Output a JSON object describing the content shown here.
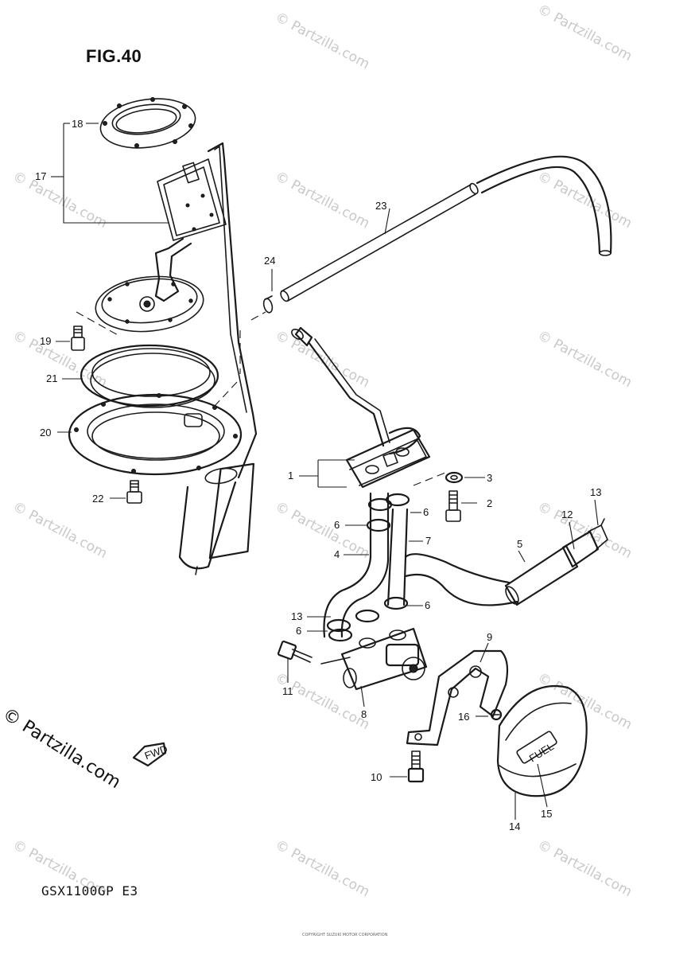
{
  "figure": {
    "title": "FIG.40",
    "model": "GSX1100GP E3",
    "brand": "© Partzilla.com",
    "watermark": "© Partzilla.com",
    "fine_print": "COPYRIGHT SUZUKI MOTOR CORPORATION",
    "fwd_label": "FWD",
    "fuel_label": "FUEL"
  },
  "callouts": [
    "1",
    "2",
    "3",
    "4",
    "5",
    "6",
    "6",
    "6",
    "6",
    "7",
    "8",
    "9",
    "10",
    "11",
    "12",
    "13",
    "13",
    "14",
    "15",
    "16",
    "17",
    "18",
    "19",
    "20",
    "21",
    "22",
    "23",
    "24"
  ]
}
